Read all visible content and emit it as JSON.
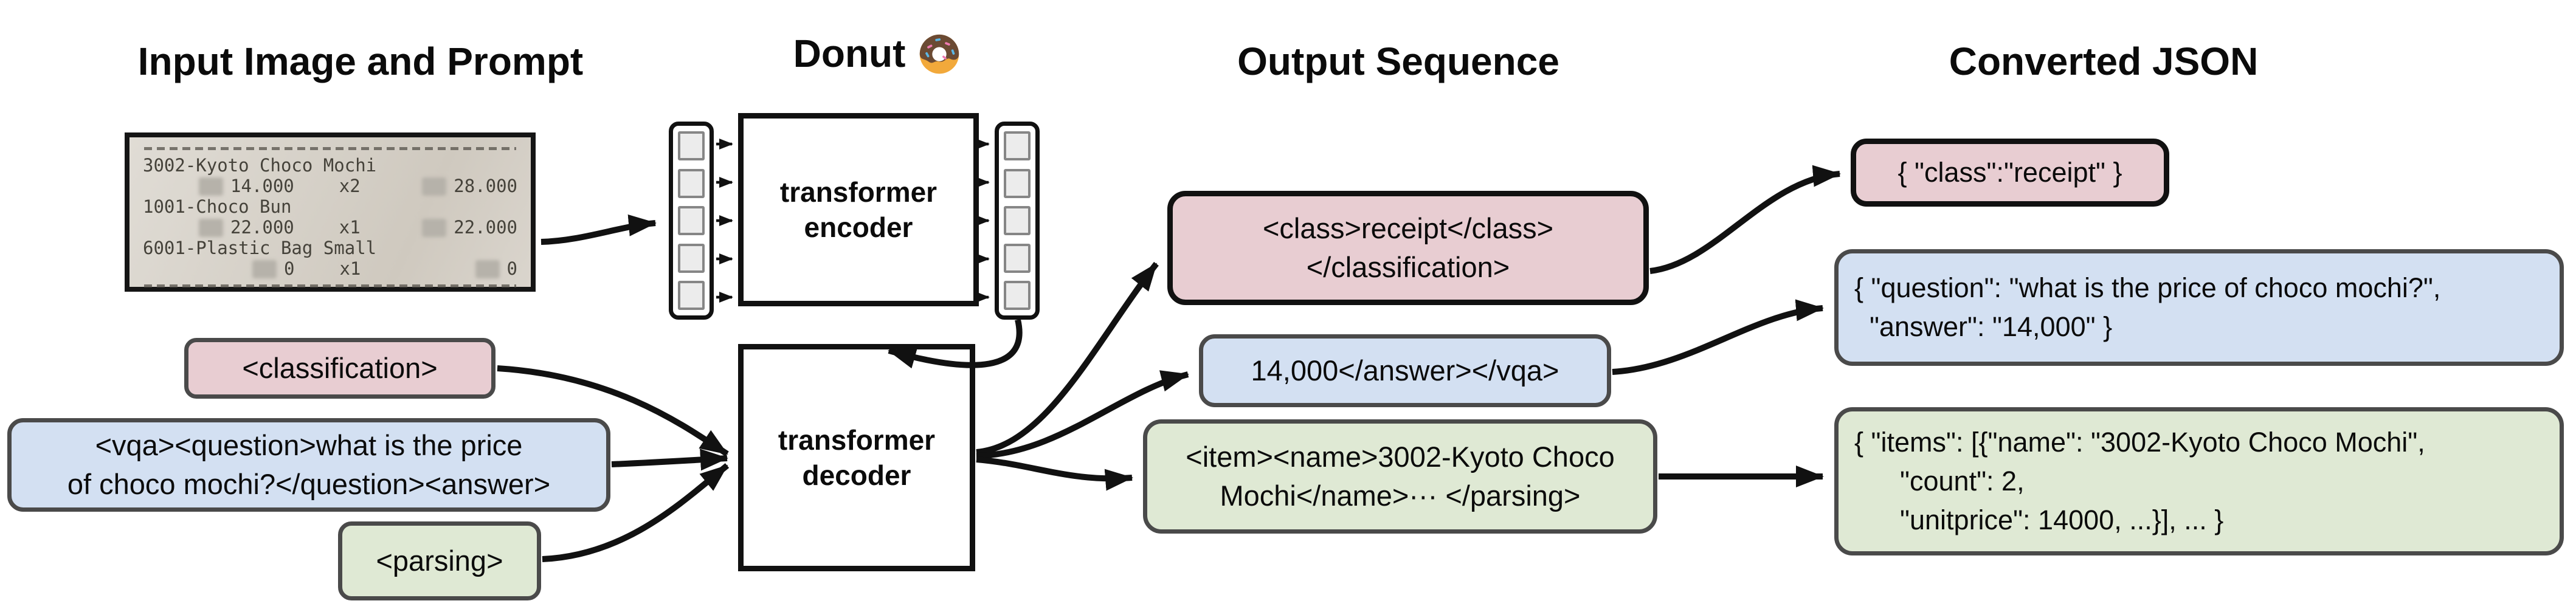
{
  "headings": {
    "input": "Input Image and Prompt",
    "model": "Donut",
    "output": "Output Sequence",
    "converted": "Converted JSON"
  },
  "receipt": {
    "row1_name": "3002-Kyoto Choco Mochi",
    "row1_unitprice": "14.000",
    "row1_qty": "x2",
    "row1_total": "28.000",
    "row2_name": "1001-Choco Bun",
    "row2_unitprice": "22.000",
    "row2_qty": "x1",
    "row2_total": "22.000",
    "row3_name": "6001-Plastic Bag Small",
    "row3_unitprice": "0",
    "row3_qty": "x1",
    "row3_total": "0"
  },
  "model": {
    "encoder_line1": "transformer",
    "encoder_line2": "encoder",
    "decoder_line1": "transformer",
    "decoder_line2": "decoder"
  },
  "prompts": {
    "classification": "<classification>",
    "vqa_line1": "<vqa><question>what is the price",
    "vqa_line2": "of choco mochi?</question><answer>",
    "parsing": "<parsing>"
  },
  "outputs": {
    "classification_line1": "<class>receipt</class>",
    "classification_line2": "</classification>",
    "vqa": "14,000</answer></vqa>",
    "parsing_line1": "<item><name>3002-Kyoto Choco",
    "parsing_line2": "Mochi</name>··· </parsing>"
  },
  "json": {
    "classification": "{ \"class\":\"receipt\" }",
    "vqa_line1": "{ \"question\": \"what is the price of choco mochi?\",",
    "vqa_line2": "  \"answer\": \"14,000\" }",
    "parsing_line1": "{ \"items\": [{\"name\": \"3002-Kyoto Choco Mochi\",",
    "parsing_line2": "      \"count\": 2,",
    "parsing_line3": "      \"unitprice\": 14000, ...}], ... }"
  },
  "colors": {
    "classification_fill": "#e8cdd2",
    "vqa_fill": "#d3e0f2",
    "parsing_fill": "#dfe9d4",
    "arrow": "#111111"
  }
}
